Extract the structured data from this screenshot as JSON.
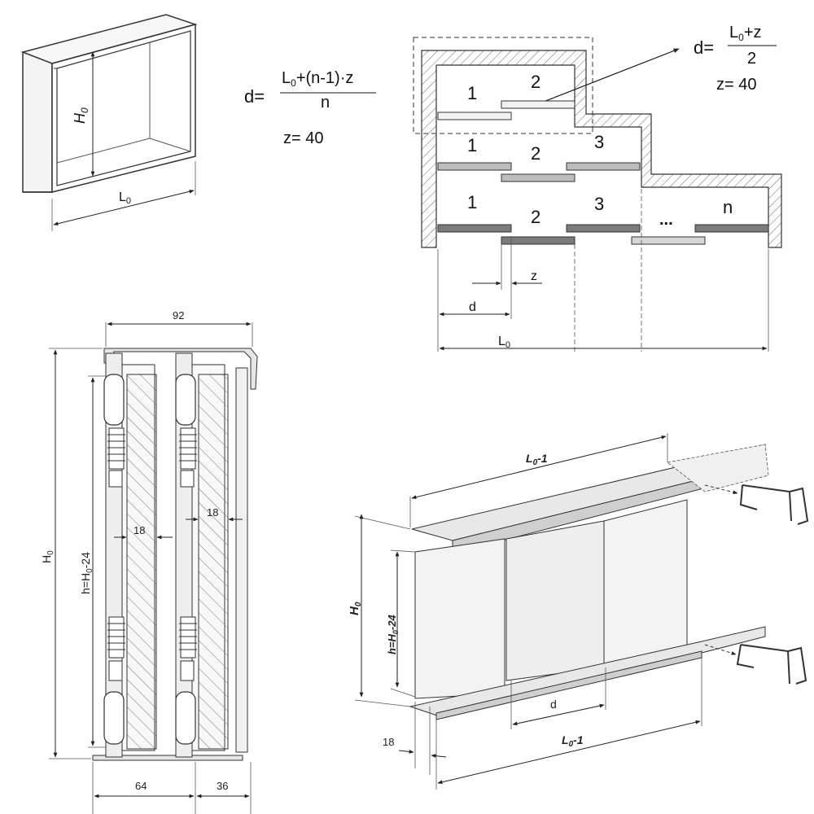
{
  "cabinet": {
    "height_label": "H",
    "height_sub": "0",
    "length_label": "L",
    "length_sub": "0"
  },
  "formula_main": {
    "lhs": "d=",
    "numerator_a": "L",
    "numerator_sub": "0",
    "numerator_b": "+(n-1)·z",
    "denominator": "n",
    "z_value": "z= 40"
  },
  "formula_two": {
    "lhs": "d=",
    "numerator_a": "L",
    "numerator_sub": "0",
    "numerator_b": "+z",
    "denominator": "2",
    "z_value": "z= 40"
  },
  "layout_diagram": {
    "row1": [
      "1",
      "2"
    ],
    "row2": [
      "1",
      "2",
      "3"
    ],
    "row3": [
      "1",
      "2",
      "3",
      "...",
      "n"
    ],
    "z_label": "z",
    "d_label": "d",
    "l_label": "L",
    "l_sub": "0"
  },
  "section": {
    "top_width": "92",
    "panel1_thickness": "18",
    "panel2_thickness": "18",
    "height_label": "H",
    "height_sub": "0",
    "h_label": "h=H",
    "h_sub": "0",
    "h_suffix": "-24",
    "bottom_left": "64",
    "bottom_right": "36"
  },
  "iso": {
    "top_rail_label": "L",
    "top_rail_sub": "0",
    "top_rail_suffix": "-1",
    "bottom_rail_label": "L",
    "bottom_rail_sub": "0",
    "bottom_rail_suffix": "-1",
    "height_label": "H",
    "height_sub": "0",
    "h_label": "h=H",
    "h_sub": "0",
    "h_suffix": "-24",
    "thickness": "18",
    "d_label": "d"
  },
  "colors": {
    "line": "#333333",
    "panel_light": "#f2f2f2",
    "panel_mid": "#bdbdbd",
    "panel_dark": "#7a7a7a",
    "arrow": "#111111"
  }
}
